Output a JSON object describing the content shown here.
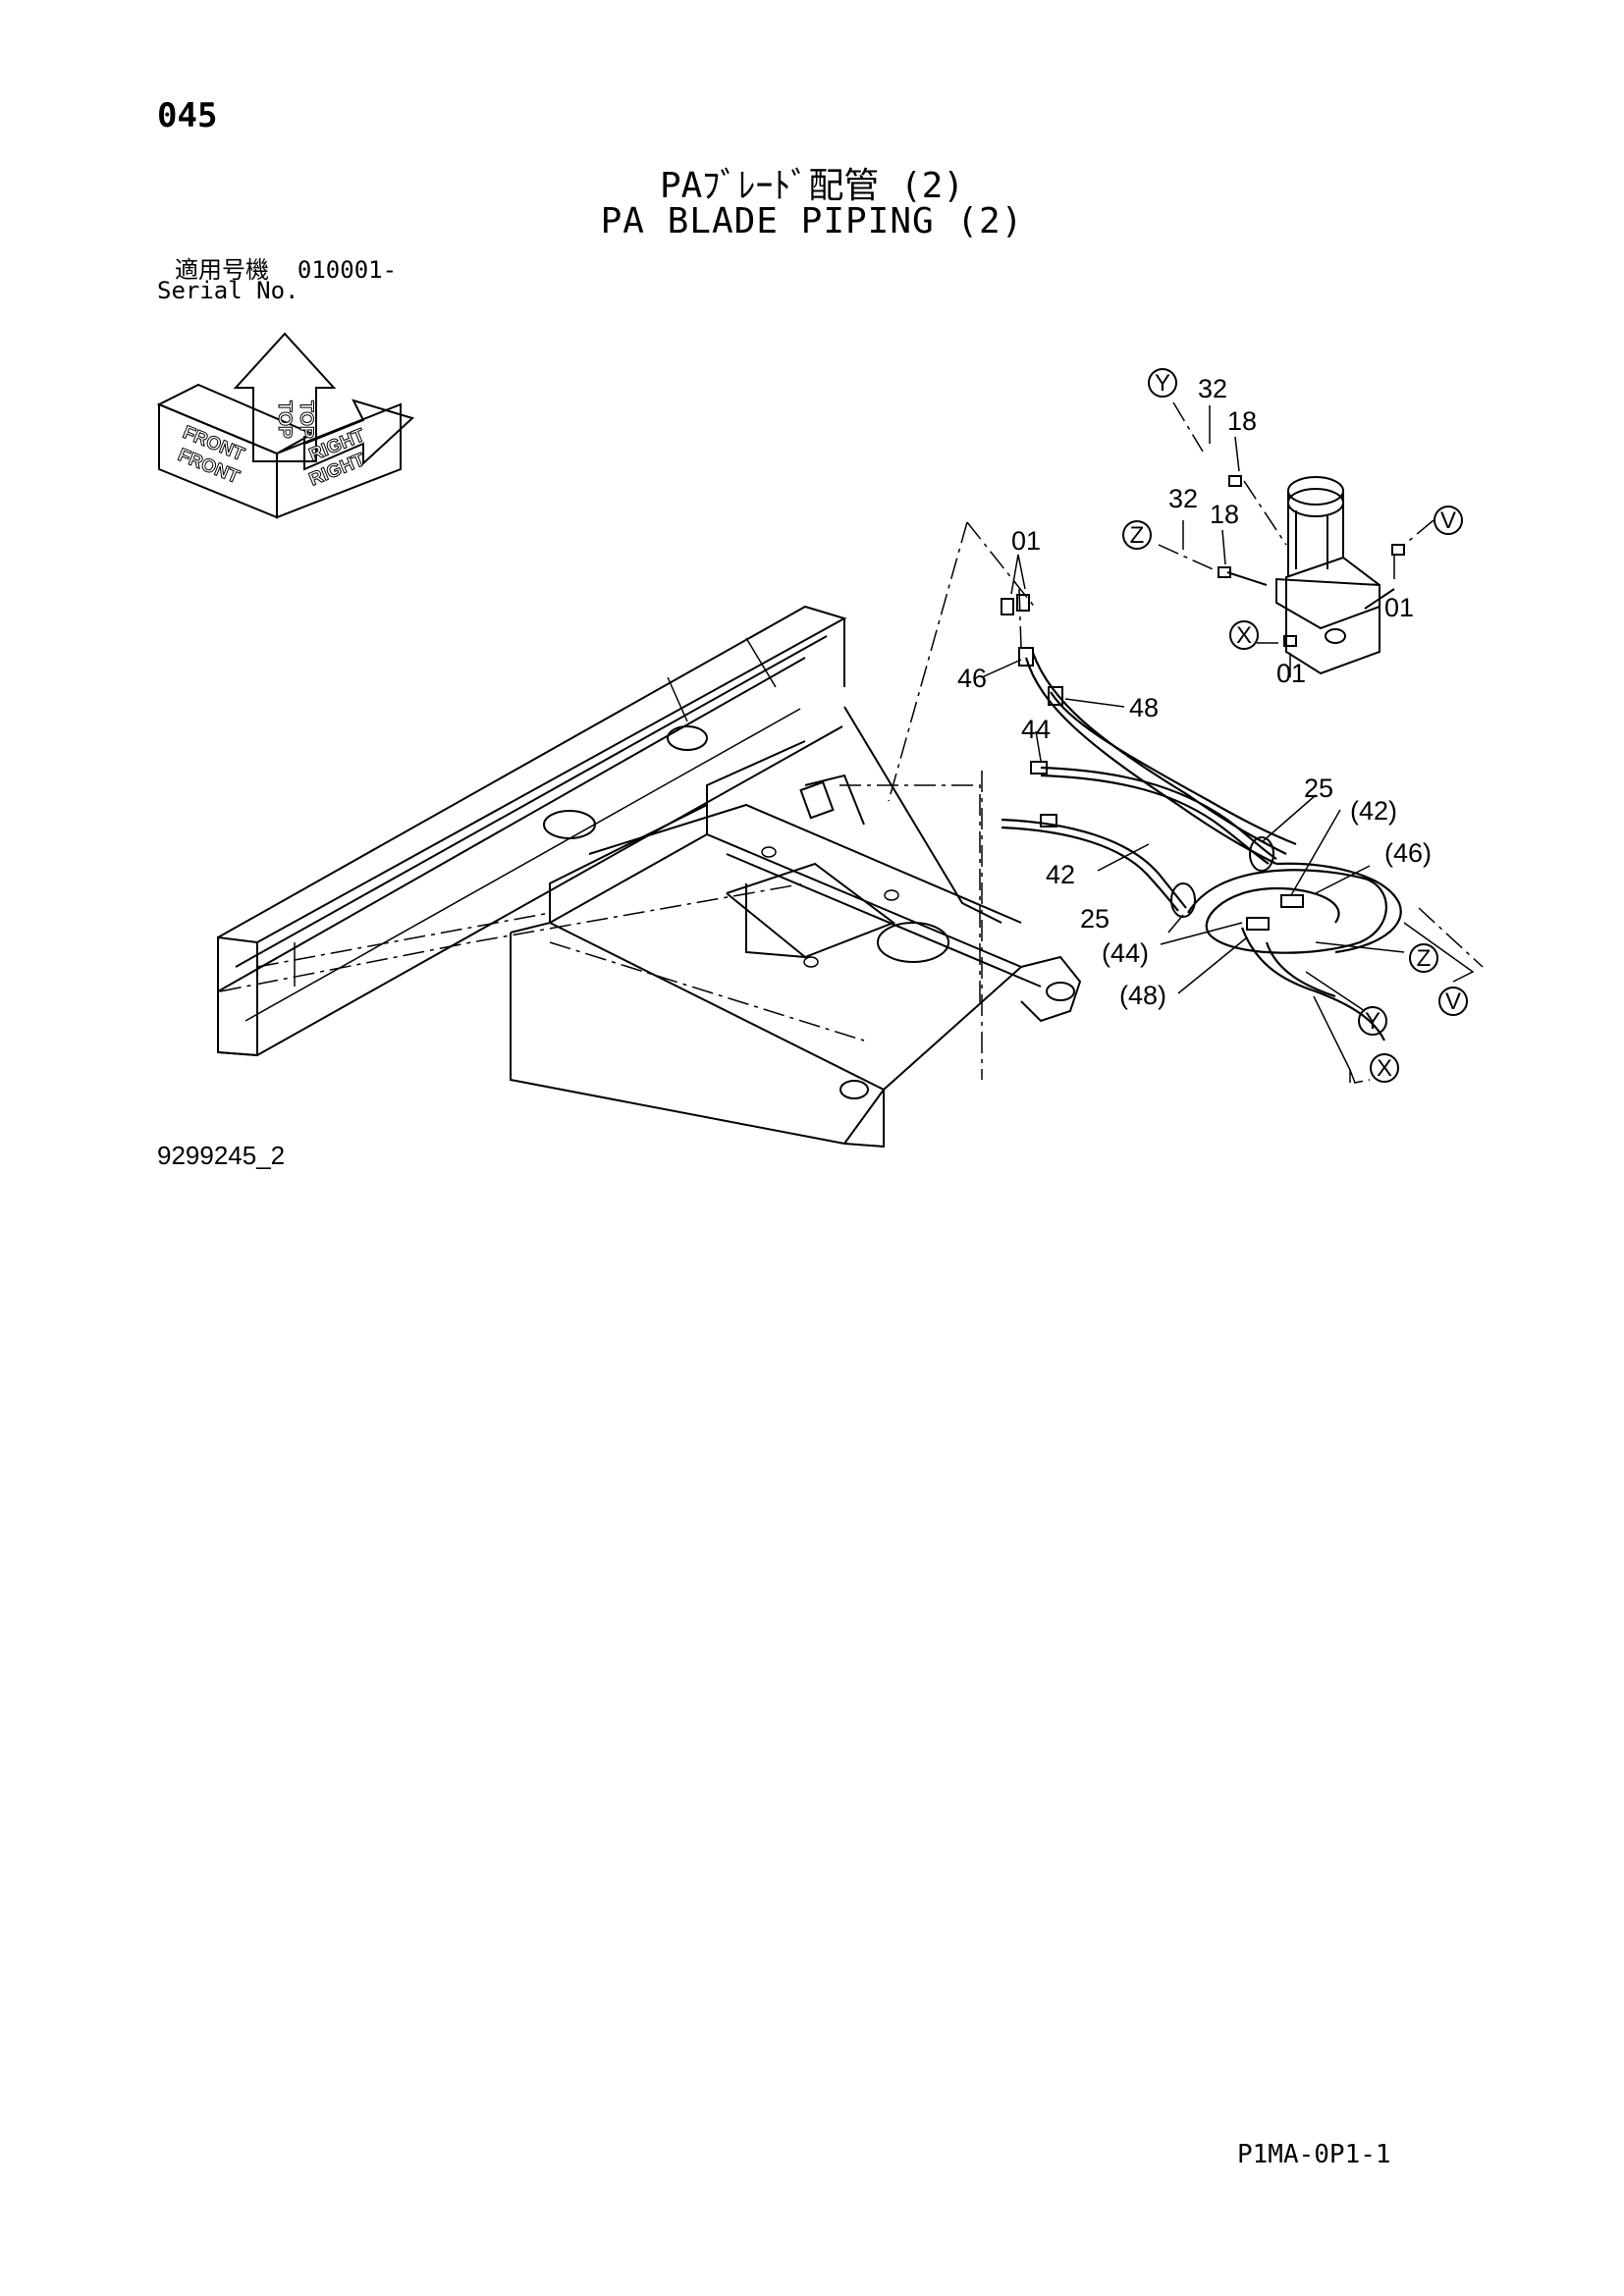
{
  "header": {
    "page_number": "045",
    "title_jp": "PAﾌﾞﾚｰﾄﾞ配管 (2)",
    "title_en": "PA BLADE PIPING (2)",
    "serial_label_jp": "適用号機",
    "serial_value": "010001-",
    "serial_label_en": "Serial No."
  },
  "orientation": {
    "front": "FRONT",
    "top": "TOP",
    "right": "RIGHT"
  },
  "parts": {
    "p01": "01",
    "p18": "18",
    "p25": "25",
    "p32": "32",
    "p42": "42",
    "p44": "44",
    "p46": "46",
    "p48": "48",
    "p42_ref": "(42)",
    "p44_ref": "(44)",
    "p46_ref": "(46)",
    "p48_ref": "(48)"
  },
  "connection_refs": {
    "x": "X",
    "y": "Y",
    "z": "Z",
    "v": "V"
  },
  "footer": {
    "drawing_number": "9299245_2",
    "page_code": "P1MA-0P1-1"
  }
}
